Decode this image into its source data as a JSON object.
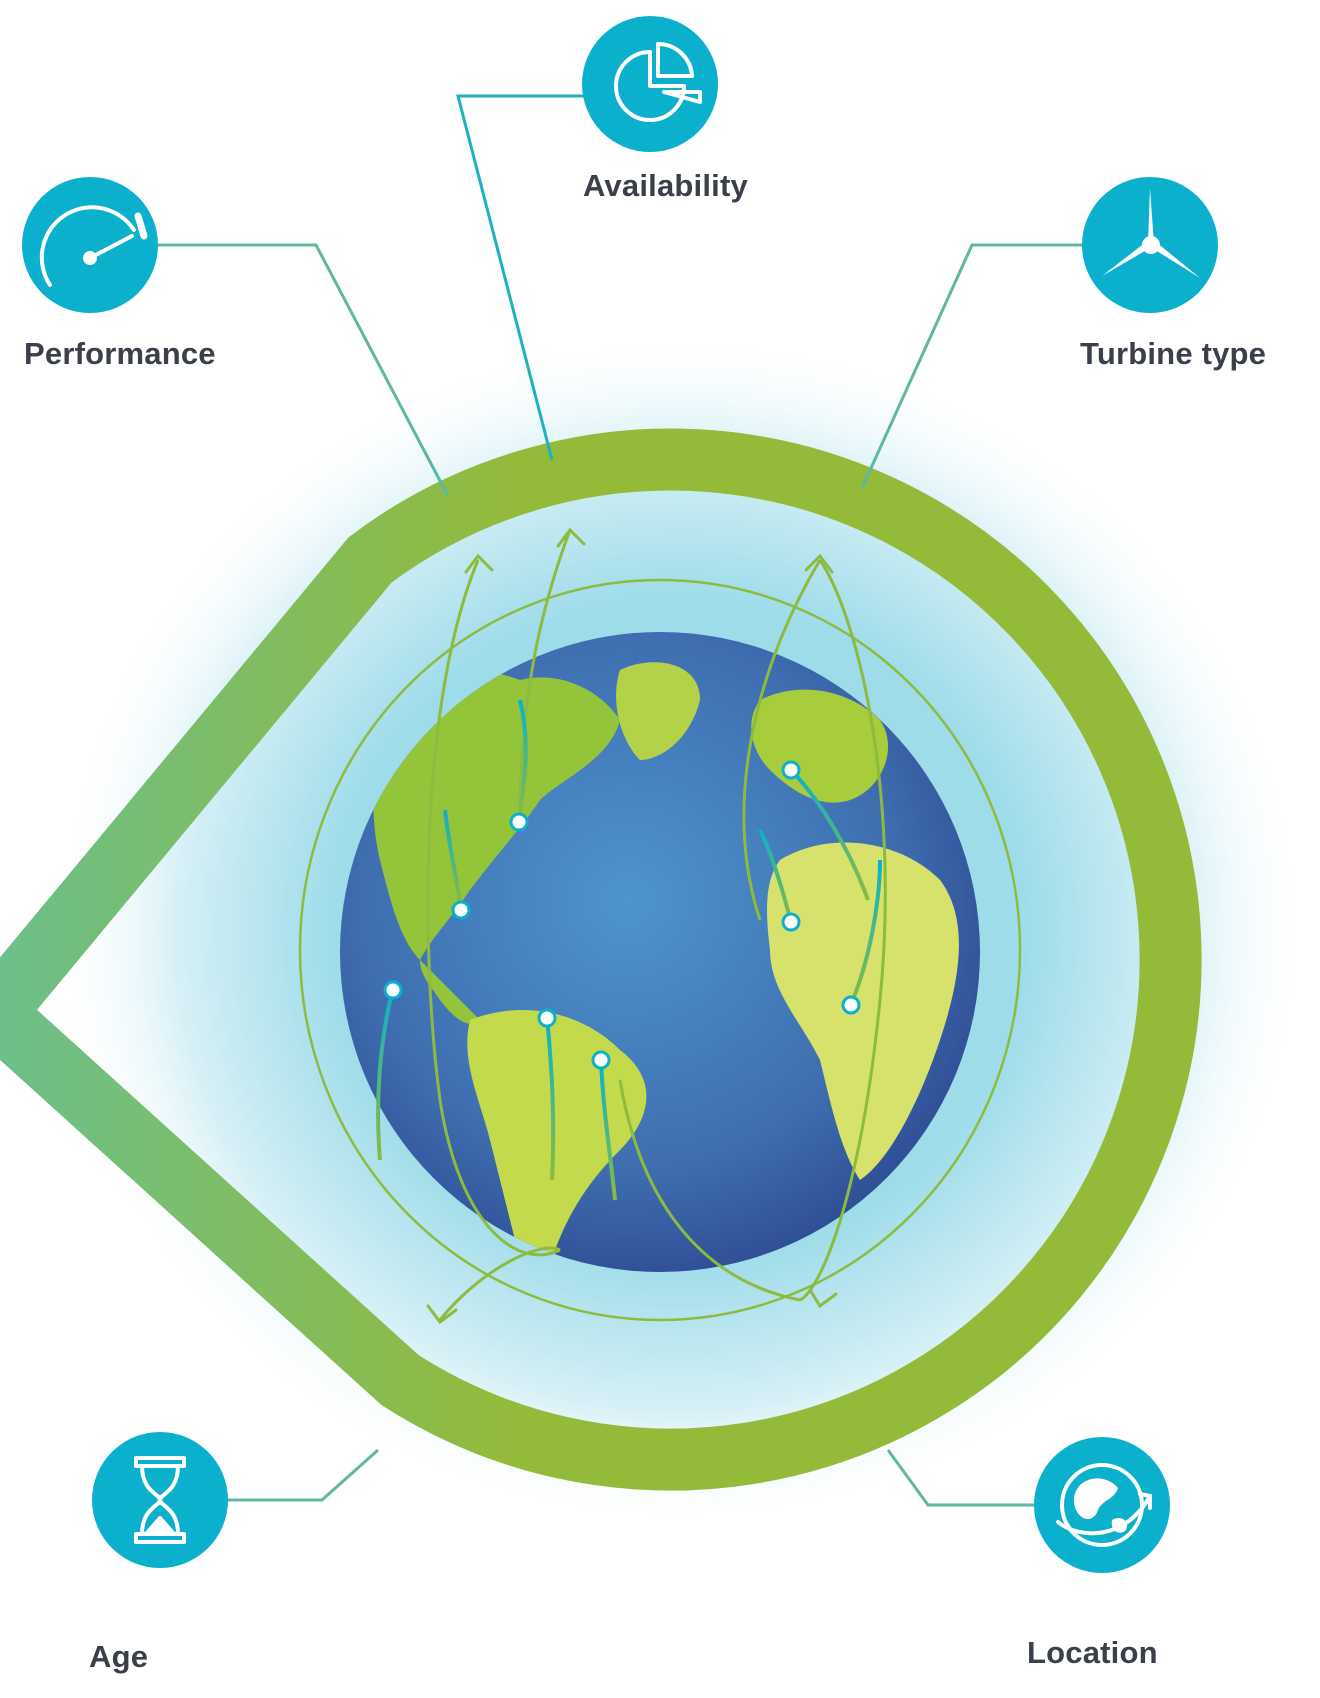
{
  "factors": [
    {
      "id": "availability",
      "label": "Availability",
      "icon": "pie-chart-icon"
    },
    {
      "id": "performance",
      "label": "Performance",
      "icon": "gauge-icon"
    },
    {
      "id": "turbine_type",
      "label": "Turbine type",
      "icon": "wind-turbine-icon"
    },
    {
      "id": "age",
      "label": "Age",
      "icon": "hourglass-icon"
    },
    {
      "id": "location",
      "label": "Location",
      "icon": "globe-icon"
    }
  ],
  "colors": {
    "teal": "#0bb0cc",
    "green": "#94ba3a",
    "ocean": "#3f74b7",
    "land": "#a4cc3a",
    "label": "#3a3f4a"
  }
}
